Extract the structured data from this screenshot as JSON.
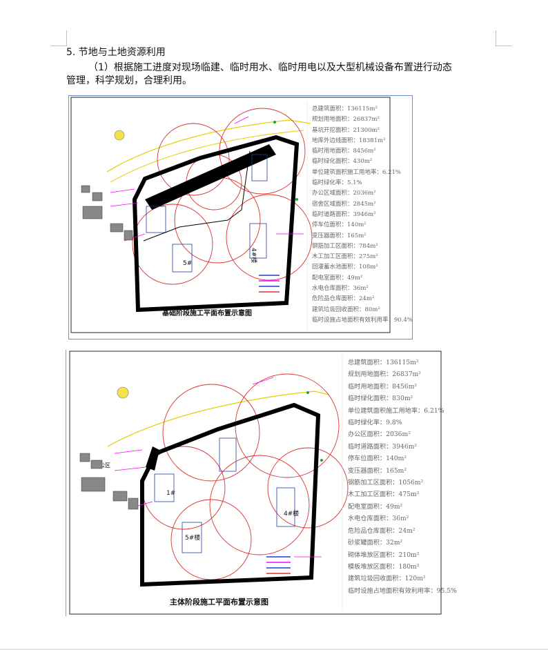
{
  "document": {
    "heading": "5. 节地与土地资源利用",
    "paragraph_line1": "（1）根据施工进度对现场临建、临时用水、临时用电以及大型机械设备布置进行动态",
    "paragraph_line2": "管理，科学规划，合理利用。"
  },
  "figure1": {
    "caption": "基础阶段施工平面布置示意图",
    "building_labels": [
      "4#楼",
      "5#"
    ],
    "stats": [
      "总建筑面积：136115m²",
      "规划用地面积：26837m²",
      "基坑开挖面积：21300m²",
      "地库外边线面积：18381m²",
      "临时用地面积：8456m²",
      "临时绿化面积：430m²",
      "单位建筑面积施工用地率：6.21%",
      "临时绿化率：5.1%",
      "办公区域面积：2036m²",
      "宿舍区域面积：2845m²",
      "临时道路面积：3946m²",
      "停车位面积：140m²",
      "变压器面积：165m²",
      "钢筋加工区面积：784m²",
      "木工加工区面积：275m²",
      "回灌蓄水池面积：108m²",
      "配电室面积：49m²",
      "水电仓库面积：36m²",
      "危险品仓库面积：24m²",
      "建筑垃圾回收面积：80m²",
      "临时设施占地面积有效利用率：90.4%"
    ]
  },
  "figure2": {
    "caption": "主体阶段施工平面布置示意图",
    "building_labels": [
      "1#",
      "4#楼",
      "5#楼",
      "办公区"
    ],
    "stats": [
      "总建筑面积：136115m²",
      "规划用地面积：26837m²",
      "临时用地面积：8456m²",
      "临时绿化面积：830m²",
      "单位建筑面积施工用地率：6.21%",
      "临时绿化率：9.8%",
      "办公区面积：2036m²",
      "临时道路面积：3946m²",
      "停车位面积：140m²",
      "变压器面积：165m²",
      "钢筋加工区面积：1056m²",
      "木工加工区面积：475m²",
      "配电室面积：49m²",
      "水电仓库面积：36m²",
      "危险品仓库面积：24m²",
      "砂浆罐面积：32m²",
      "砌体堆放区面积：210m²",
      "模板堆放区面积：180m²",
      "建筑垃圾回收面积：120m²",
      "临时设施占地面积有效利用率：95.5%"
    ]
  },
  "colors": {
    "site_boundary": "#000000",
    "crane_radius": "#d93030",
    "road": "#e0d000",
    "annotation": "#ff00ff",
    "equipment": "#1f3fd0",
    "green": "#20a040",
    "figure_border": "#6c8fd6"
  }
}
